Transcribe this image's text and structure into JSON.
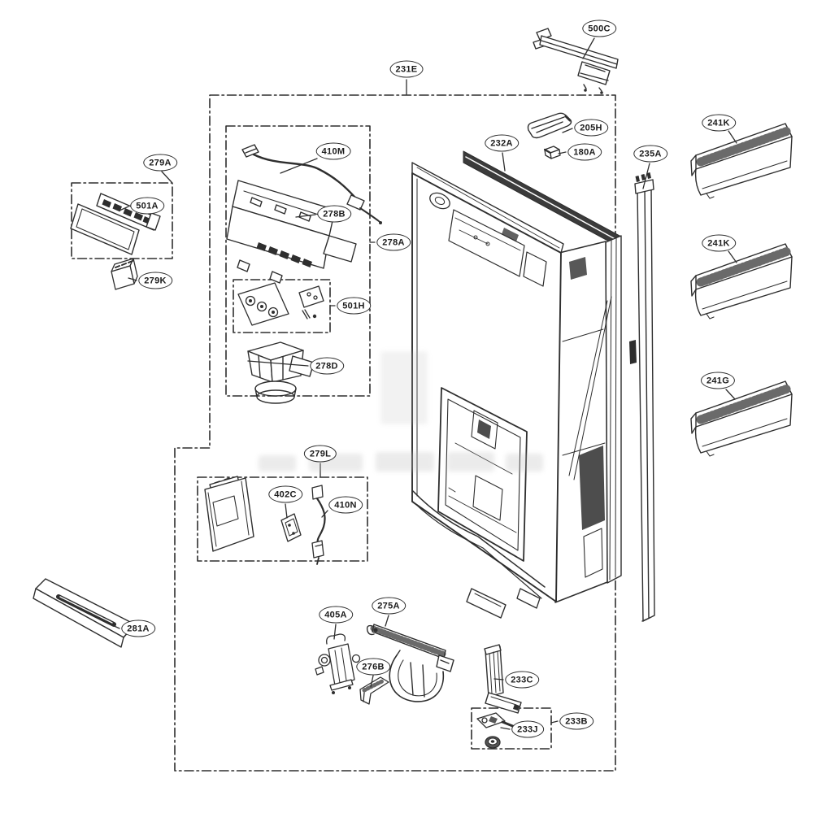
{
  "canvas": {
    "background": "#ffffff",
    "line_color": "#2e2e2e"
  },
  "diagram_type": "exploded parts diagram (refrigerator door assembly)",
  "parts": [
    {
      "label": "500C"
    },
    {
      "label": "231E"
    },
    {
      "label": "232A"
    },
    {
      "label": "205H"
    },
    {
      "label": "180A"
    },
    {
      "label": "235A"
    },
    {
      "label": "241K"
    },
    {
      "label": "241K"
    },
    {
      "label": "241G"
    },
    {
      "label": "279A"
    },
    {
      "label": "501A"
    },
    {
      "label": "279K"
    },
    {
      "label": "410M"
    },
    {
      "label": "278B"
    },
    {
      "label": "278A"
    },
    {
      "label": "501H"
    },
    {
      "label": "278D"
    },
    {
      "label": "279L"
    },
    {
      "label": "402C"
    },
    {
      "label": "410N"
    },
    {
      "label": "281A"
    },
    {
      "label": "405A"
    },
    {
      "label": "275A"
    },
    {
      "label": "276B"
    },
    {
      "label": "233C"
    },
    {
      "label": "233J"
    },
    {
      "label": "233B"
    }
  ]
}
